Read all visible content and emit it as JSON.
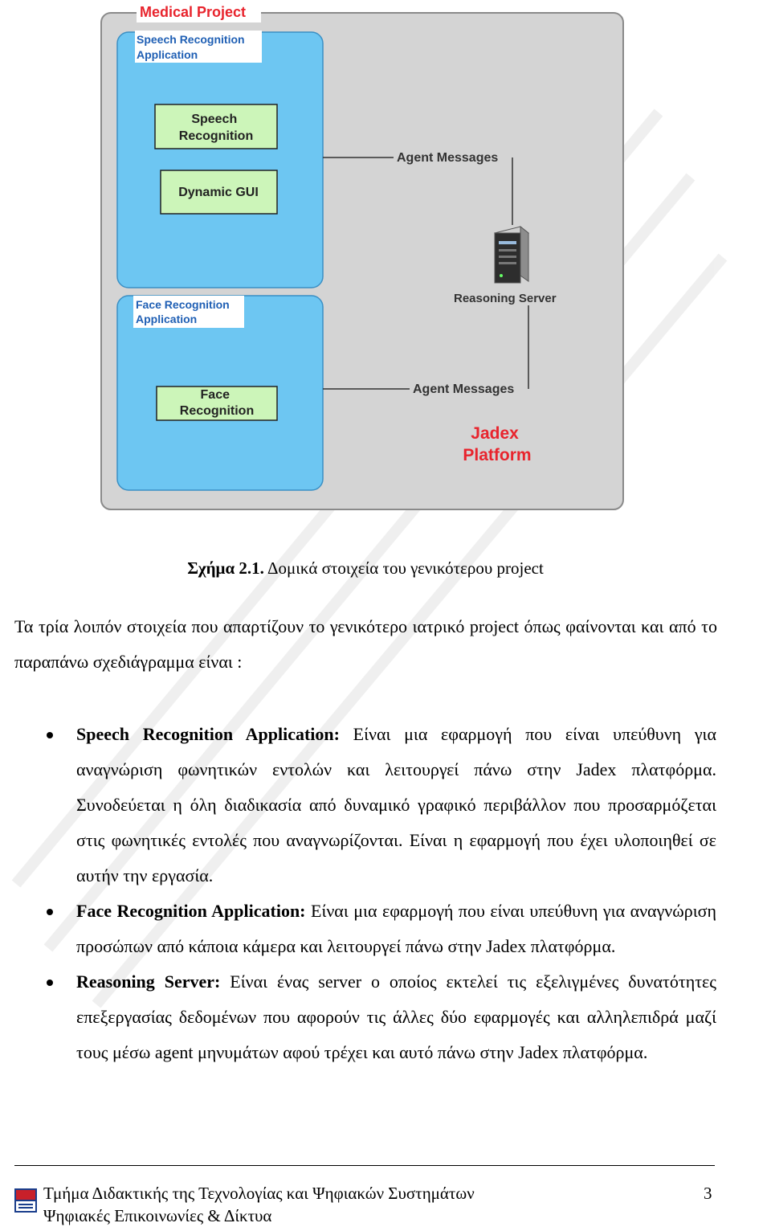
{
  "diagram": {
    "outer_title": "Medical Project",
    "speech_app_label": [
      "Speech Recognition",
      "Application"
    ],
    "speech_box_label": [
      "Speech",
      "Recognition"
    ],
    "dynamic_gui_label": "Dynamic GUI",
    "face_app_label": [
      "Face Recognition",
      "Application"
    ],
    "face_box_label": [
      "Face",
      "Recognition"
    ],
    "agent_messages_top": "Agent Messages",
    "agent_messages_bottom": "Agent Messages",
    "server_label": "Reasoning Server",
    "platform_label": [
      "Jadex",
      "Platform"
    ],
    "colors": {
      "platform_bg": "#d4d4d4",
      "app_blue": "#6dc6f2",
      "module_green": "#ccf5b9",
      "title_red": "#e8242d"
    }
  },
  "caption": {
    "label": "Σχήμα 2.1.",
    "text": "Δομικά στοιχεία του γενικότερου project"
  },
  "intro_paragraph": "Τα τρία λοιπόν στοιχεία που απαρτίζουν το γενικότερο ιατρικό project όπως φαίνονται και από το παραπάνω σχεδιάγραμμα είναι :",
  "bullets": [
    {
      "term": "Speech Recognition Application:",
      "text": " Είναι μια εφαρμογή που είναι υπεύθυνη για αναγνώριση φωνητικών εντολών και λειτουργεί πάνω στην Jadex πλατφόρμα. Συνοδεύεται η όλη διαδικασία από δυναμικό γραφικό περιβάλλον που προσαρμόζεται στις φωνητικές εντολές που αναγνωρίζονται. Είναι η εφαρμογή που έχει υλοποιηθεί σε αυτήν την εργασία."
    },
    {
      "term": "Face Recognition Application:",
      "text": " Είναι μια εφαρμογή που είναι υπεύθυνη για αναγνώριση προσώπων από κάποια κάμερα και λειτουργεί πάνω στην Jadex πλατφόρμα."
    },
    {
      "term": "Reasoning Server:",
      "text": " Είναι ένας server ο οποίος εκτελεί τις εξελιγμένες δυνατότητες επεξεργασίας δεδομένων που αφορούν τις άλλες δύο εφαρμογές και αλληλεπιδρά μαζί τους μέσω agent μηνυμάτων αφού τρέχει και αυτό πάνω στην Jadex πλατφόρμα."
    }
  ],
  "footer": {
    "line1": "Τμήμα Διδακτικής της Τεχνολογίας και Ψηφιακών Συστημάτων",
    "line2": "Ψηφιακές Επικοινωνίες & Δίκτυα",
    "page_number": "3"
  }
}
